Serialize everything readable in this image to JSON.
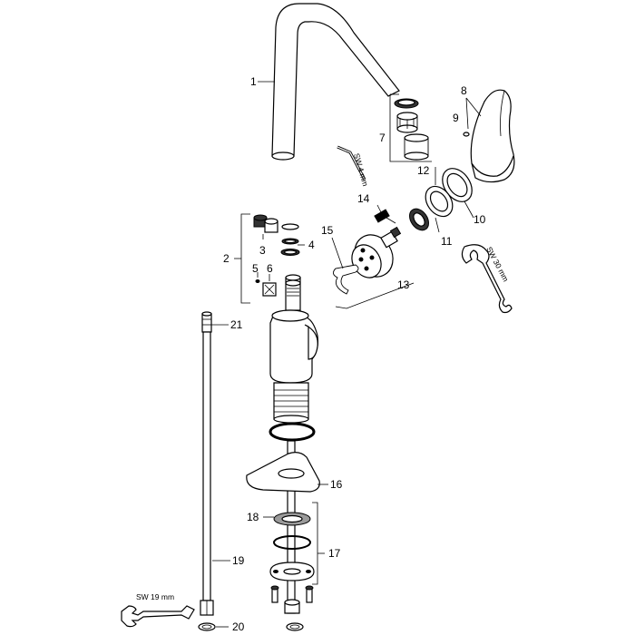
{
  "labels": {
    "p1": "1",
    "p2": "2",
    "p3": "3",
    "p4": "4",
    "p5": "5",
    "p6": "6",
    "p7": "7",
    "p8": "8",
    "p9": "9",
    "p10": "10",
    "p11": "11",
    "p12": "12",
    "p13": "13",
    "p14": "14",
    "p15": "15",
    "p16": "16",
    "p17": "17",
    "p18": "18",
    "p19": "19",
    "p20": "20",
    "p21": "21"
  },
  "tools": {
    "hex_key": "SW 4 mm",
    "wrench_30": "SW 30 mm",
    "wrench_19": "SW 19 mm"
  }
}
